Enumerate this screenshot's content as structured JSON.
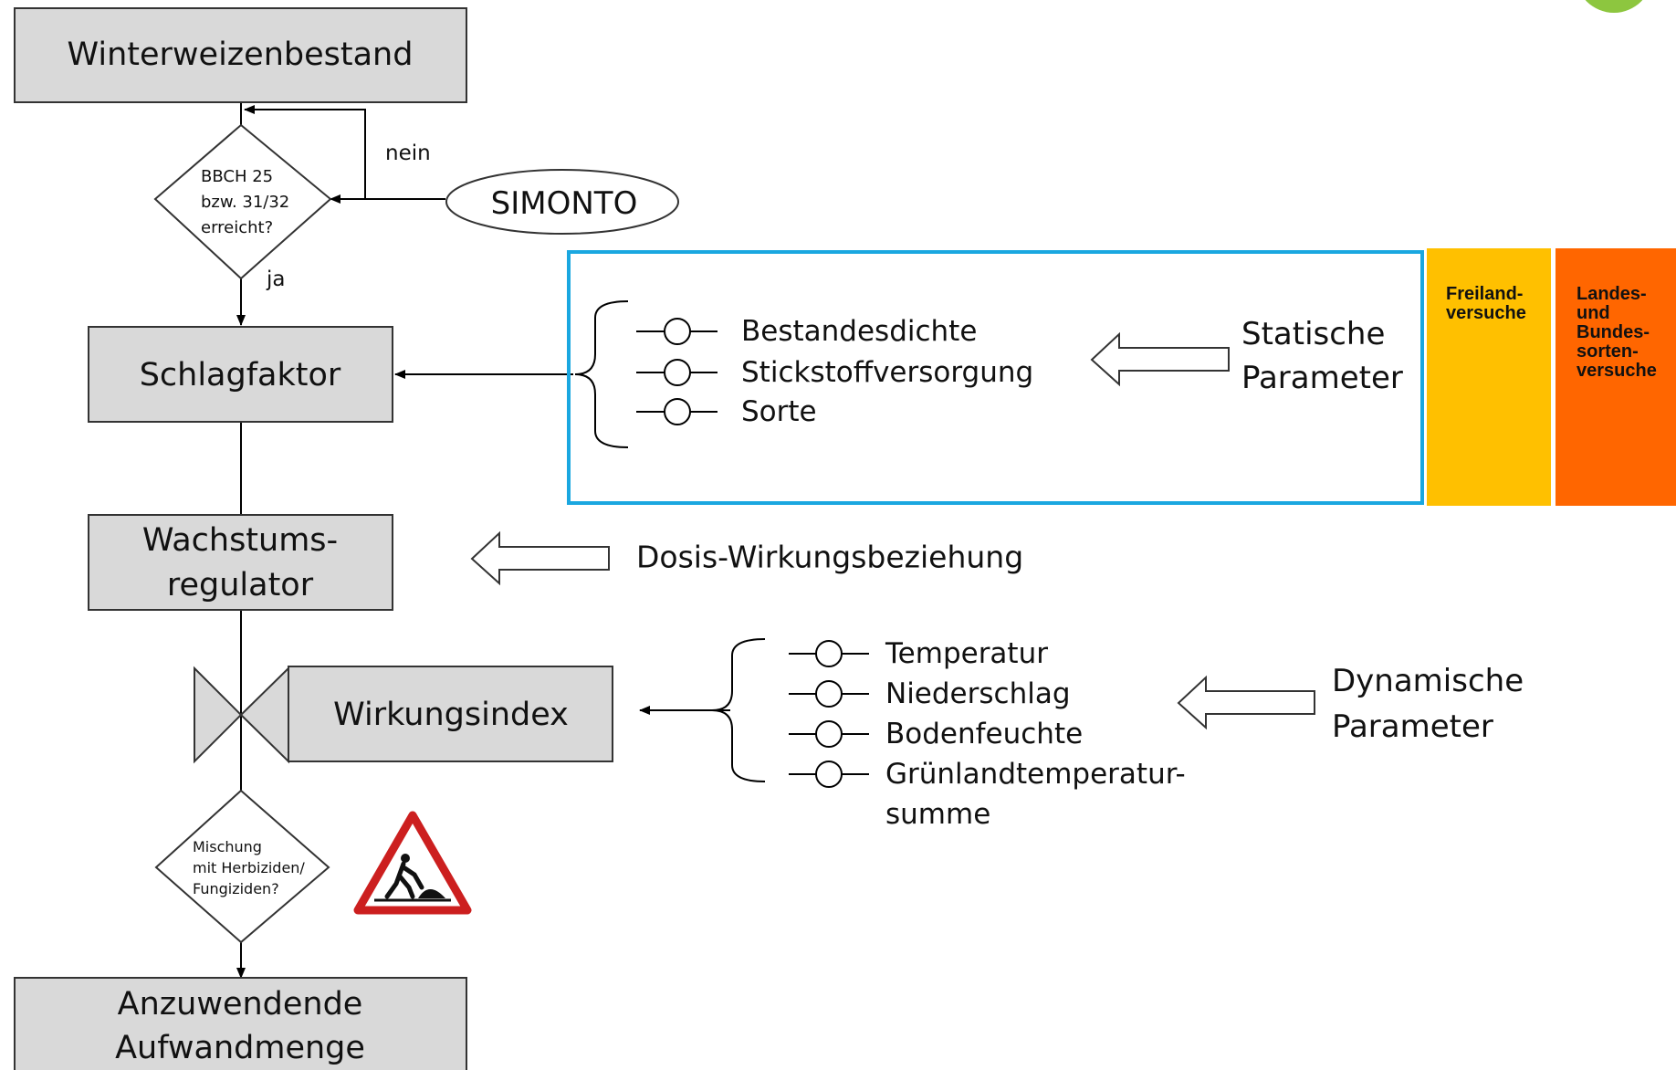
{
  "flow": {
    "start_box": "Winterweizenbestand",
    "decision_bbch": [
      "BBCH 25",
      "bzw. 31/32",
      "erreicht?"
    ],
    "label_no": "nein",
    "label_yes": "ja",
    "simonto": "SIMONTO",
    "schlagfaktor": "Schlagfaktor",
    "wachstumsregulator": [
      "Wachstums-",
      "regulator"
    ],
    "wirkungsindex": "Wirkungsindex",
    "decision_mix": [
      "Mischung",
      "mit Herbiziden/",
      "Fungiziden?"
    ],
    "end_box": [
      "Anzuwendende",
      "Aufwandmenge"
    ]
  },
  "static_params": {
    "items": [
      "Bestandesdichte",
      "Stickstoffversorgung",
      "Sorte"
    ],
    "heading": [
      "Statische",
      "Parameter"
    ]
  },
  "dose_response": "Dosis-Wirkungsbeziehung",
  "dynamic_params": {
    "items": [
      "Temperatur",
      "Niederschlag",
      "Bodenfeuchte",
      "Grünlandtemperatur-",
      "summe"
    ],
    "heading": [
      "Dynamische",
      "Parameter"
    ]
  },
  "sources": {
    "field_trials": "Freiland-\nversuche",
    "variety_trials": "Landes-\nund\nBundes-\nsorten-\nversuche"
  },
  "colors": {
    "box_fill": "#d9d9d9",
    "static_frame": "#1aa7e0",
    "field_trials": "#ffc000",
    "variety_trials": "#ff6600",
    "corner_accent": "#8dc63f",
    "warning_red": "#cc1f1f"
  },
  "icons": [
    "construction-warning-icon"
  ]
}
